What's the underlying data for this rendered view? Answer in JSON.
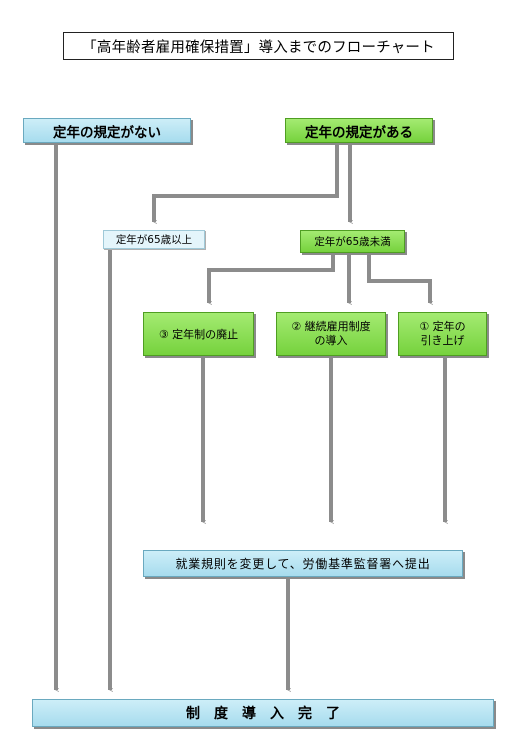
{
  "title": "「高年齢者雇用確保措置」導入までのフローチャート",
  "nodes": {
    "no_rule": "定年の規定がない",
    "has_rule": "定年の規定がある",
    "age_65_plus": "定年が65歳以上",
    "age_under_65": "定年が65歳未満",
    "abolish": "③ 定年制の廃止",
    "continuous_line1": "② 継続雇用制度",
    "continuous_line2": "の導入",
    "raise_line1": "① 定年の",
    "raise_line2": "引き上げ",
    "submit": "就業規則を変更して、労働基準監督署へ提出",
    "complete": "制　度　導　入　完　了"
  },
  "colors": {
    "arrow": "#8c8c8c",
    "blue_fill": "#a7dcee",
    "green_fill": "#76d23d",
    "pale_fill": "#e4f5fb"
  }
}
